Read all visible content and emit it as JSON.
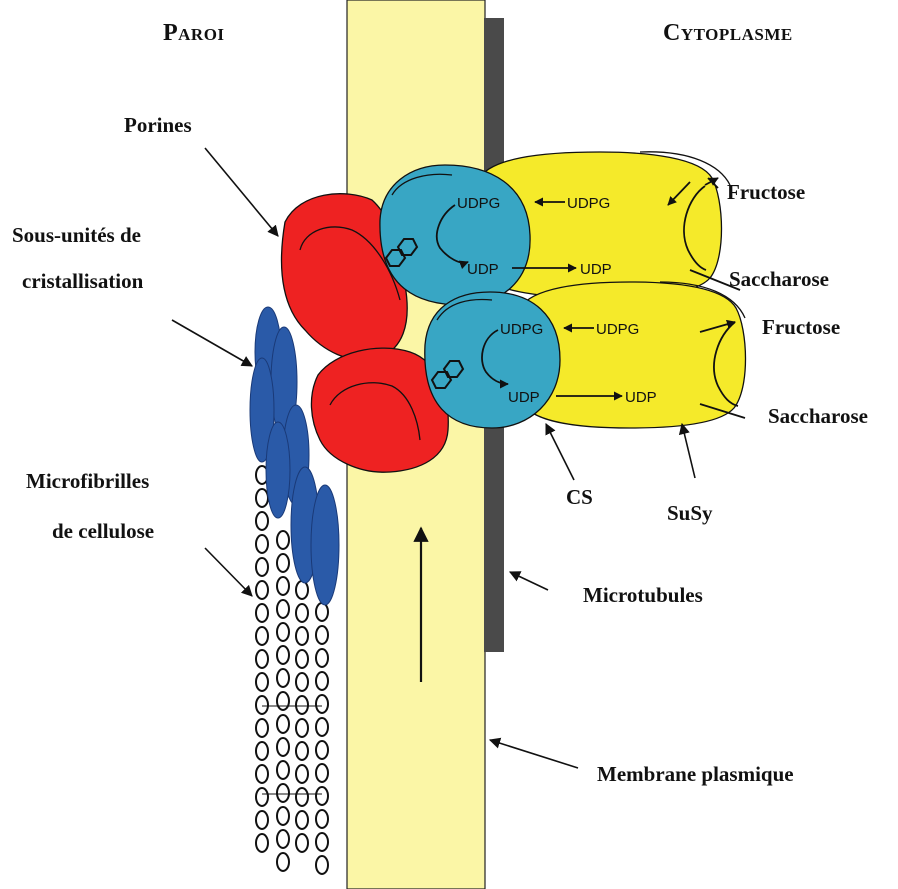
{
  "headers": {
    "left": "Paroi",
    "right": "Cytoplasme"
  },
  "labels": {
    "porines": "Porines",
    "sous_unites_line1": "Sous-unités de",
    "sous_unites_line2": "cristallisation",
    "microfibrilles_line1": "Microfibrilles",
    "microfibrilles_line2": "de cellulose",
    "fructose_top": "Fructose",
    "saccharose_top": "Saccharose",
    "fructose_bottom": "Fructose",
    "saccharose_bottom": "Saccharose",
    "cs": "CS",
    "susy": "SuSy",
    "microtubules": "Microtubules",
    "membrane_plasmique": "Membrane plasmique"
  },
  "enzyme_text": {
    "top_cs_udpg": "UDPG",
    "top_cs_udp": "UDP",
    "top_susy_udpg": "UDPG",
    "top_susy_udp": "UDP",
    "bottom_cs_udpg": "UDPG",
    "bottom_cs_udp": "UDP",
    "bottom_susy_udpg": "UDPG",
    "bottom_susy_udp": "UDP"
  },
  "colors": {
    "membrane": "#fbf6a6",
    "microtubule": "#4a4a4a",
    "porine_red": "#ee2222",
    "cs_cyan": "#38a6c4",
    "susy_yellow": "#f5ea2a",
    "subunit_blue": "#2a5aa8"
  }
}
